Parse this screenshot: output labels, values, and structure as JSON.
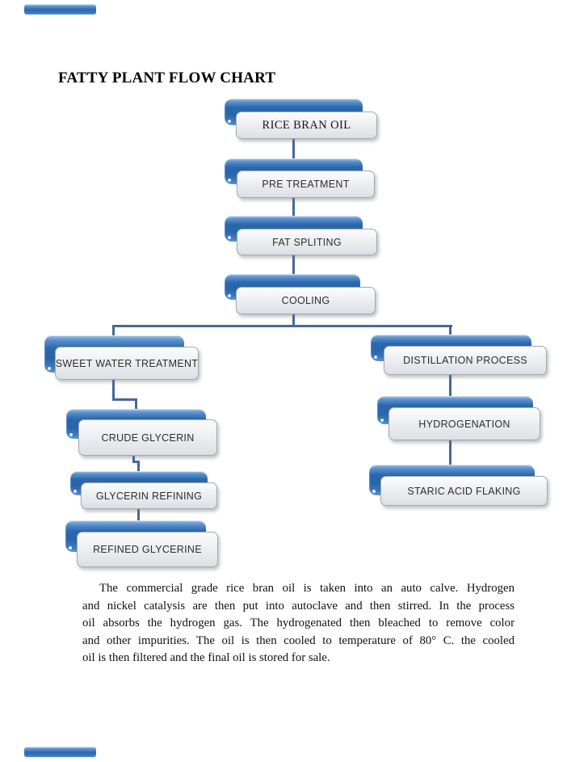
{
  "title": "FATTY PLANT FLOW CHART",
  "flowchart": {
    "nodes": [
      {
        "label": "RICE BRAN OIL"
      },
      {
        "label": "PRE TREATMENT"
      },
      {
        "label": "FAT SPLITING"
      },
      {
        "label": "COOLING"
      },
      {
        "label": "SWEET WATER TREATMENT"
      },
      {
        "label": "CRUDE GLYCERIN"
      },
      {
        "label": "GLYCERIN REFINING"
      },
      {
        "label": "REFINED GLYCERINE"
      },
      {
        "label": "DISTILLATION PROCESS"
      },
      {
        "label": "HYDROGENATION"
      },
      {
        "label": "STARIC ACID FLAKING"
      }
    ],
    "colors": {
      "bar_blue": "#2b67ae",
      "bar_highlight": "#a9c8e9",
      "panel_fill": "#e6e8ec",
      "panel_border": "#a3a9b0",
      "connector": "#46689b"
    }
  },
  "paragraph": {
    "lines": [
      "The commercial grade rice bran oil is taken into an auto calve. Hydrogen",
      "and nickel catalysis are then put into autoclave and then stirred. In the process",
      "oil absorbs the hydrogen gas. The hydrogenated then bleached to remove color",
      "and other impurities. The oil is then cooled to temperature of 80° C. the cooled",
      "oil is then filtered and the final oil is stored for sale."
    ]
  }
}
